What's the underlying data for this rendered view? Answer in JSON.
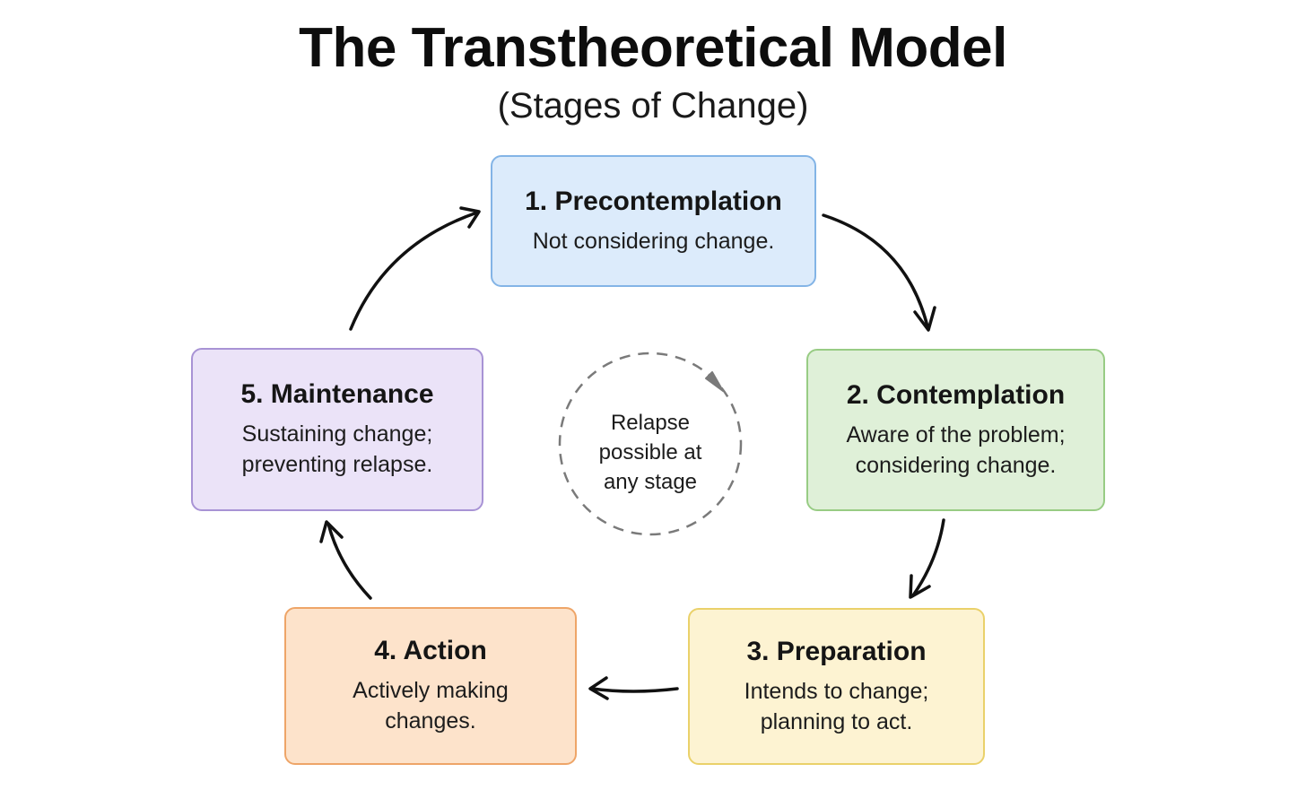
{
  "title": "The Transtheoretical Model",
  "subtitle": "(Stages of Change)",
  "stages": [
    {
      "title": "1. Precontemplation",
      "description": "Not considering change."
    },
    {
      "title": "2. Contemplation",
      "description": "Aware of the problem;\nconsidering change."
    },
    {
      "title": "3. Preparation",
      "description": "Intends to change;\nplanning to act."
    },
    {
      "title": "4. Action",
      "description": "Actively making\nchanges."
    },
    {
      "title": "5. Maintenance",
      "description": "Sustaining change;\npreventing relapse."
    }
  ],
  "relapse": {
    "text": "Relapse\npossible at\nany stage"
  },
  "colors": {
    "arrow": "#111111",
    "relapse_circle": "#7a7a7a",
    "stage_1_fill": "#dcebfb",
    "stage_2_fill": "#dff0d8",
    "stage_3_fill": "#fdf3d2",
    "stage_4_fill": "#fde3cb",
    "stage_5_fill": "#ebe3f8"
  }
}
